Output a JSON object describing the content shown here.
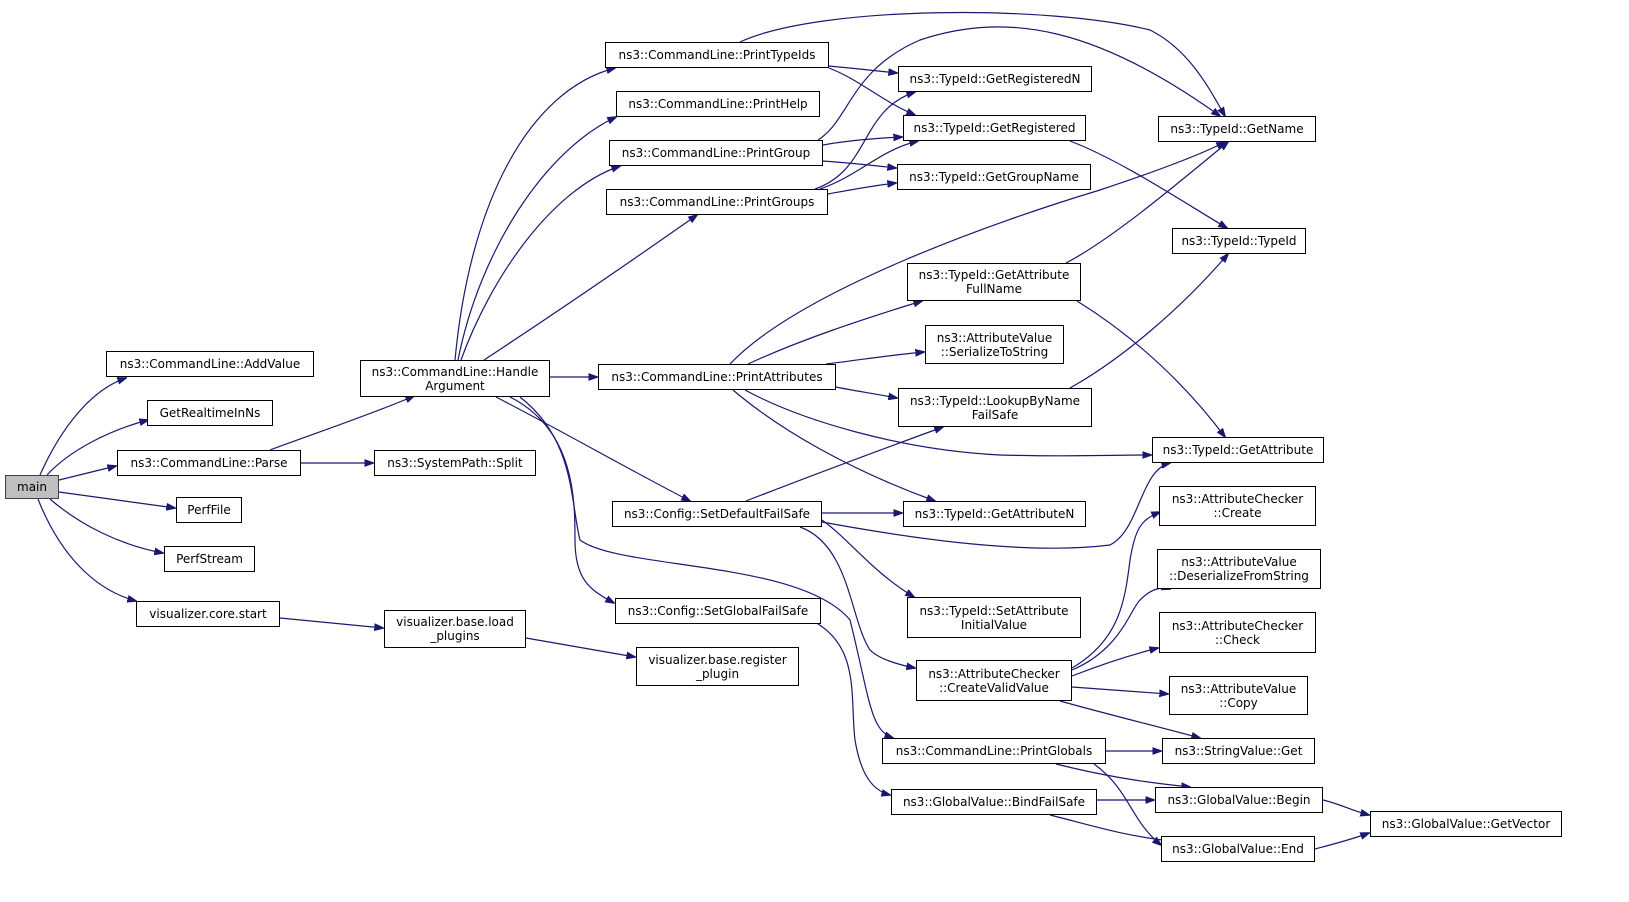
{
  "colors": {
    "edge": "#191970",
    "root_fill": "#bfbfbf",
    "node_fill": "#ffffff",
    "border": "#000000"
  },
  "nodes": {
    "main": "main",
    "addvalue": "ns3::CommandLine::AddValue",
    "getrealtime": "GetRealtimeInNs",
    "parse": "ns3::CommandLine::Parse",
    "perffile": "PerfFile",
    "perfstream": "PerfStream",
    "vizstart": "visualizer.core.start",
    "handlearg": "ns3::CommandLine::Handle\nArgument",
    "split": "ns3::SystemPath::Split",
    "loadplugins": "visualizer.base.load\n_plugins",
    "registerplugin": "visualizer.base.register\n_plugin",
    "printtypeids": "ns3::CommandLine::PrintTypeIds",
    "printhelp": "ns3::CommandLine::PrintHelp",
    "printgroup": "ns3::CommandLine::PrintGroup",
    "printgroups": "ns3::CommandLine::PrintGroups",
    "printattributes": "ns3::CommandLine::PrintAttributes",
    "setdefaultfs": "ns3::Config::SetDefaultFailSafe",
    "setglobalfs": "ns3::Config::SetGlobalFailSafe",
    "getregisteredn": "ns3::TypeId::GetRegisteredN",
    "getregistered": "ns3::TypeId::GetRegistered",
    "getgroupname": "ns3::TypeId::GetGroupName",
    "getattrfullname": "ns3::TypeId::GetAttribute\nFullName",
    "serializetostring": "ns3::AttributeValue\n::SerializeToString",
    "lookupbyname": "ns3::TypeId::LookupByName\nFailSafe",
    "getattributen": "ns3::TypeId::GetAttributeN",
    "setattrinitial": "ns3::TypeId::SetAttribute\nInitialValue",
    "createvalid": "ns3::AttributeChecker\n::CreateValidValue",
    "printglobals": "ns3::CommandLine::PrintGlobals",
    "bindfailsafe": "ns3::GlobalValue::BindFailSafe",
    "getname": "ns3::TypeId::GetName",
    "typeid": "ns3::TypeId::TypeId",
    "getattribute": "ns3::TypeId::GetAttribute",
    "checkercreate": "ns3::AttributeChecker\n::Create",
    "deserialize": "ns3::AttributeValue\n::DeserializeFromString",
    "checkercheck": "ns3::AttributeChecker\n::Check",
    "valuecopy": "ns3::AttributeValue\n::Copy",
    "stringget": "ns3::StringValue::Get",
    "gvbegin": "ns3::GlobalValue::Begin",
    "gvend": "ns3::GlobalValue::End",
    "gvgetvector": "ns3::GlobalValue::GetVector"
  }
}
